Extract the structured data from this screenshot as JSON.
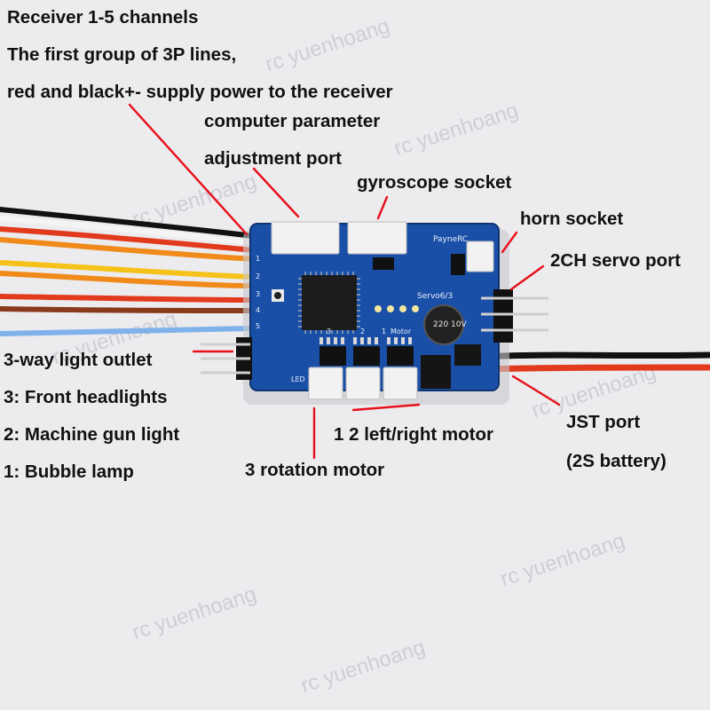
{
  "labels": {
    "receiver": "Receiver 1-5 channels",
    "first_group": "The first group of 3P lines,",
    "power": "red and black+- supply power to the receiver",
    "computer": "computer parameter",
    "adjustment": "adjustment port",
    "gyroscope": "gyroscope socket",
    "horn": "horn socket",
    "servo": "2CH servo port",
    "light_outlet": "3-way light outlet",
    "front_headlights": "3: Front headlights",
    "machine_gun": "2: Machine gun light",
    "bubble_lamp": "1: Bubble lamp",
    "rotation_motor": "3 rotation motor",
    "left_right_motor": "1 2 left/right motor",
    "jst_port": "JST port",
    "battery": "(2S battery)"
  },
  "watermark": "rc yuenhoang",
  "board": {
    "brand": "PayneRC",
    "model": "Servo6/3",
    "motor_label": "Motor",
    "led_label": "LED",
    "cap_text": "220 10V",
    "channel_numbers": [
      "1",
      "2",
      "3",
      "4",
      "5"
    ],
    "motor_numbers": [
      "3",
      "2",
      "1"
    ]
  },
  "colors": {
    "pcb": "#1a4fa8",
    "annotation_line": "#e8101a",
    "wire_red": "#e23a1c",
    "wire_black": "#111111",
    "wire_orange": "#f08a1a",
    "wire_brown": "#8a3a1c",
    "wire_blue": "#7fb2ea",
    "wire_white": "#f4f4f4",
    "wire_yellow": "#f5c21a"
  }
}
